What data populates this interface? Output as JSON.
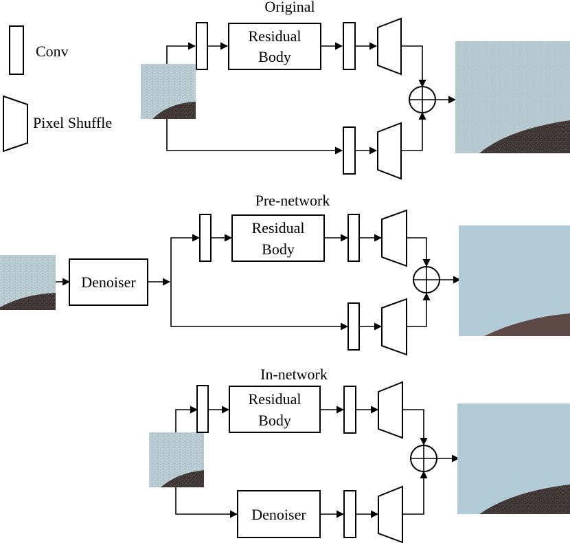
{
  "legend": {
    "conv_label": "Conv",
    "pixel_shuffle_label": "Pixel Shuffle"
  },
  "panels": {
    "original": {
      "title": "Original",
      "residual_line1": "Residual",
      "residual_line2": "Body"
    },
    "pre_network": {
      "title": "Pre-network",
      "residual_line1": "Residual",
      "residual_line2": "Body",
      "denoiser_label": "Denoiser"
    },
    "in_network": {
      "title": "In-network",
      "residual_line1": "Residual",
      "residual_line2": "Body",
      "denoiser_label": "Denoiser"
    }
  },
  "colors": {
    "sky_noisy": "#b9cbd2",
    "sky_clean": "#b3cad7",
    "hill": "#3e3535",
    "hill_clean": "#5d4a46"
  }
}
